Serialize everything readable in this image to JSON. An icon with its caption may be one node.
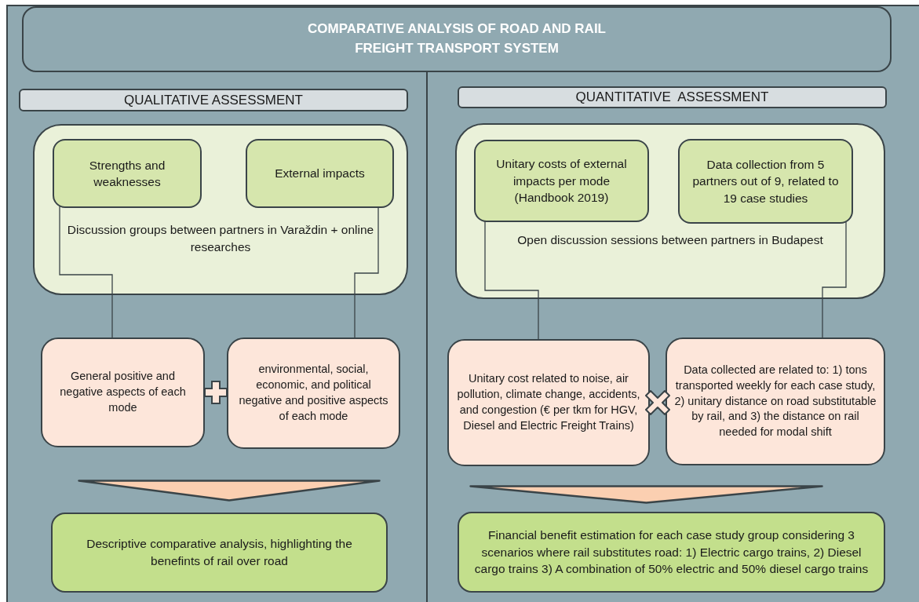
{
  "diagram": {
    "nodes": [
      {
        "text": [
          "COMPARATIVE ANALYSIS OF ROAD AND RAIL FREIGHT TRANSPORT SYSTEM"
        ]
      },
      {
        "text": [
          "QUALITATIVE ASSESSMENT"
        ]
      },
      {
        "text": [
          "QUANTITATIVE  ASSESSMENT"
        ]
      },
      {
        "text": [
          "Discussion groups between partners in Varaždin + online researches"
        ]
      },
      {
        "text": [
          "Strengths and weaknesses"
        ],
        "in": 3
      },
      {
        "text": [
          "External impacts"
        ],
        "in": 3
      },
      {
        "text": [
          "General positive and negative aspects of each mode"
        ]
      },
      {
        "text": [
          "environmental, social, economic, and political negative and positive aspects of each mode"
        ]
      },
      {
        "text": [
          "Descriptive comparative analysis, highlighting the benefints of rail over road"
        ]
      },
      {
        "text": [
          "Open discussion sessions between partners in Budapest"
        ]
      },
      {
        "text": [
          "Unitary costs of external impacts per mode (Handbook 2019)"
        ],
        "in": 9
      },
      {
        "text": [
          "Data collection from 5 partners out of 9, related to 19 case studies"
        ],
        "in": 9
      },
      {
        "text": [
          "Unitary cost related to noise, air pollution, climate change, accidents, and congestion (€ per tkm for HGV, Diesel and Electric Freight Trains)"
        ]
      },
      {
        "text": [
          "Data collected are related to: 1) tons transported weekly for each case study, 2) unitary distance on road substitutable by rail, and 3) the distance on rail needed for modal shift"
        ]
      },
      {
        "text": [
          "Financial benefit estimation for each case study group considering 3 scenarios where rail substitutes road: 1) Electric cargo trains, 2) Diesel cargo trains 3) A combination of 50% electric and 50% diesel cargo trains"
        ]
      },
      {
        "text": [],
        "shape": "triangle"
      },
      {
        "text": [],
        "shape": "triangle"
      }
    ],
    "edges": [
      {
        "from": 4,
        "to": 6,
        "arrow": "none"
      },
      {
        "from": 5,
        "to": 7,
        "arrow": "none"
      },
      {
        "from": 10,
        "to": 12,
        "arrow": "none"
      },
      {
        "from": 11,
        "to": 13,
        "arrow": "none"
      }
    ]
  }
}
